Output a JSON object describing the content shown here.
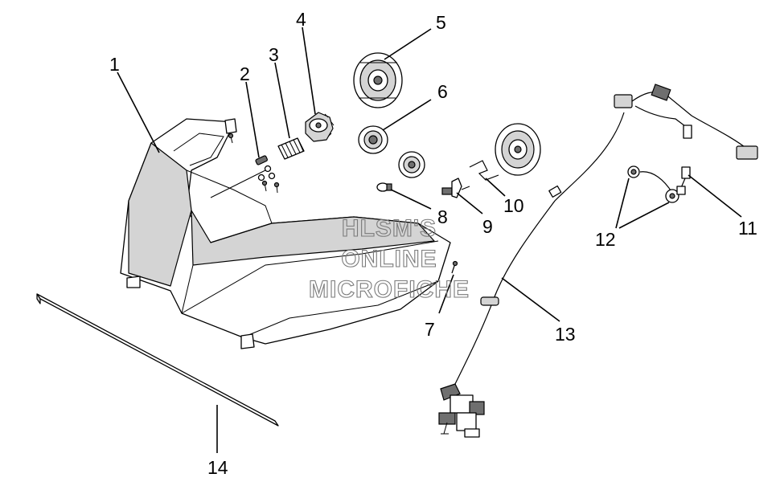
{
  "watermark": {
    "line1": "HLSM'S",
    "line2": "ONLINE",
    "line3": "MICROFICHE"
  },
  "callouts": {
    "c1": "1",
    "c2": "2",
    "c3": "3",
    "c4": "4",
    "c5": "5",
    "c6": "6",
    "c7": "7",
    "c8": "8",
    "c9": "9",
    "c10": "10",
    "c11": "11",
    "c12": "12",
    "c13": "13",
    "c14": "14"
  }
}
